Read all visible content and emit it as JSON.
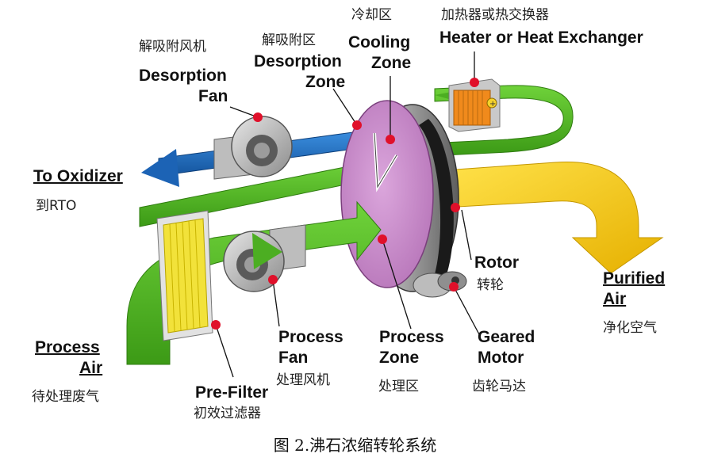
{
  "figure": {
    "caption": "图 2.沸石浓缩转轮系统"
  },
  "labels": {
    "cooling_zone_zh": "冷却区",
    "cooling_zone_en_1": "Cooling",
    "cooling_zone_en_2": "Zone",
    "heater_zh": "加热器或热交换器",
    "heater_en": "Heater or Heat Exchanger",
    "desorption_zone_zh": "解吸附区",
    "desorption_zone_en_1": "Desorption",
    "desorption_zone_en_2": "Zone",
    "desorption_fan_zh": "解吸附风机",
    "desorption_fan_en_1": "Desorption",
    "desorption_fan_en_2": "Fan",
    "to_oxidizer_en": "To Oxidizer",
    "to_oxidizer_zh": "到RTO",
    "rotor_en": "Rotor",
    "rotor_zh": "转轮",
    "purified_air_en_1": "Purified",
    "purified_air_en_2": "Air",
    "purified_air_zh": "净化空气",
    "process_air_en_1": "Process",
    "process_air_en_2": "Air",
    "process_air_zh": "待处理废气",
    "pre_filter_en": "Pre-Filter",
    "pre_filter_zh": "初效过滤器",
    "process_fan_en_1": "Process",
    "process_fan_en_2": "Fan",
    "process_fan_zh": "处理风机",
    "process_zone_en_1": "Process",
    "process_zone_en_2": "Zone",
    "process_zone_zh": "处理区",
    "geared_motor_en_1": "Geared",
    "geared_motor_en_2": "Motor",
    "geared_motor_zh": "齿轮马达"
  },
  "colors": {
    "process_air": "#5fbf2a",
    "process_air_dark": "#3c8f16",
    "desorption_stream": "#1f6fc4",
    "purified_air": "#f5c400",
    "rotor_face": "#c98ac9",
    "heater": "#f08a1c",
    "pre_filter": "#f2e23a",
    "callout": "#e0102a"
  }
}
